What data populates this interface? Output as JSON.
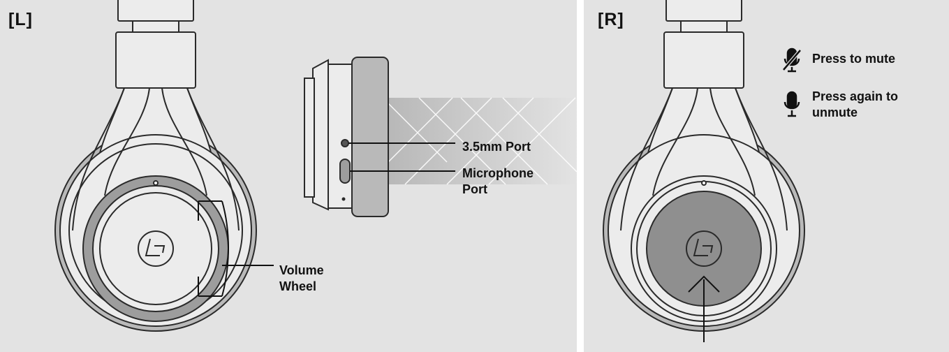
{
  "left_panel": {
    "side_label": "[L]",
    "callouts": {
      "volume_wheel": [
        "Volume",
        "Wheel"
      ],
      "port_35mm": "3.5mm Port",
      "microphone_port": [
        "Microphone",
        "Port"
      ]
    }
  },
  "right_panel": {
    "side_label": "[R]",
    "callouts": {
      "mute": "Press to mute",
      "unmute": [
        "Press again to",
        "unmute"
      ]
    }
  },
  "icons": [
    "headphone-left-earcup",
    "headphone-side-view",
    "headphone-right-earcup",
    "brand-logo",
    "microphone-muted-icon",
    "microphone-icon",
    "press-arrow"
  ],
  "colors": {
    "panel_bg": "#e3e3e3",
    "divider": "#ffffff",
    "outline": "#2a2a2a",
    "shell_fill": "#ececec",
    "cushion_fill": "#b9b9b9",
    "wheel_fill": "#9d9d9d",
    "button_fill": "#8f8f8f"
  }
}
